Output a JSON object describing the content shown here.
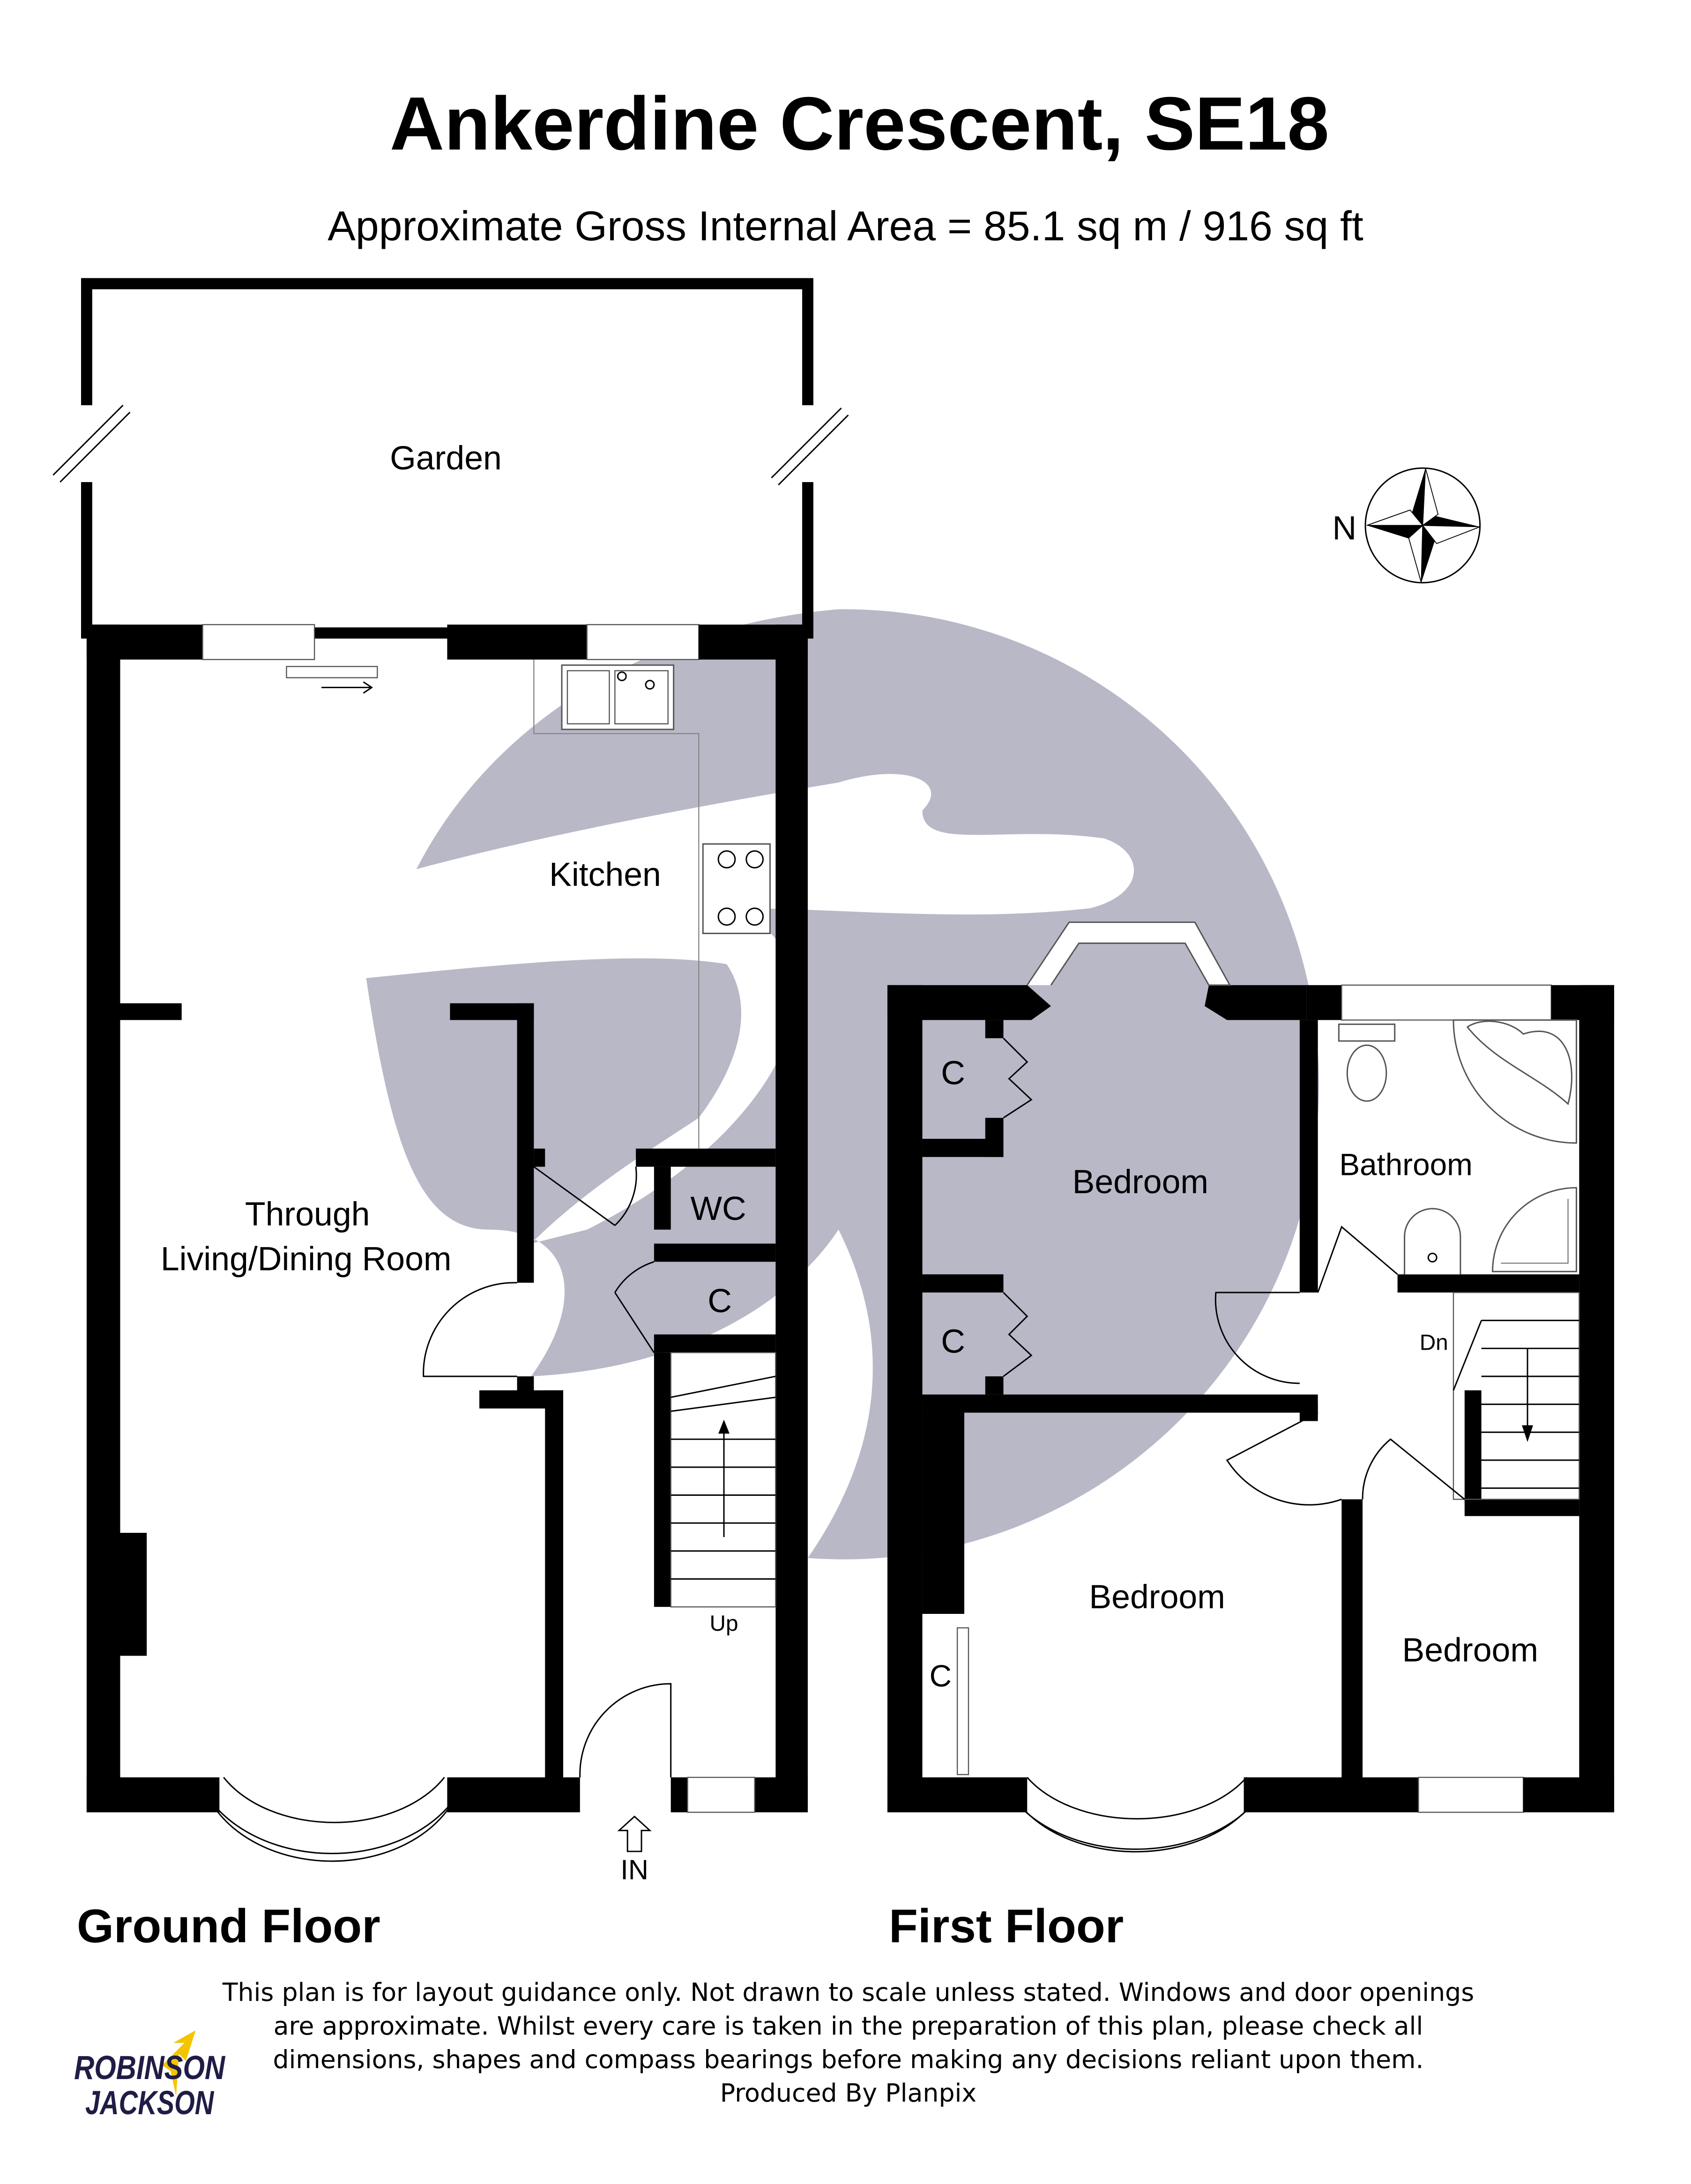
{
  "header": {
    "title": "Ankerdine Crescent, SE18",
    "subtitle": "Approximate Gross Internal Area = 85.1 sq m / 916 sq ft"
  },
  "compass": {
    "label": "N"
  },
  "ground_floor": {
    "label": "Ground Floor",
    "rooms": {
      "garden": "Garden",
      "kitchen": "Kitchen",
      "living_line1": "Through",
      "living_line2": "Living/Dining Room",
      "wc": "WC",
      "cupboard": "C"
    },
    "stairs_label": "Up",
    "entrance_label": "IN"
  },
  "first_floor": {
    "label": "First Floor",
    "rooms": {
      "bedroom_front_top": "Bedroom",
      "bathroom": "Bathroom",
      "bedroom_back_left": "Bedroom",
      "bedroom_back_right": "Bedroom",
      "cupboard_1": "C",
      "cupboard_2": "C",
      "cupboard_3": "C"
    },
    "stairs_label": "Dn"
  },
  "footer": {
    "disclaimer": [
      "This plan is for layout guidance only. Not drawn to scale unless stated. Windows and door openings",
      "are approximate. Whilst every care is taken in the preparation of this plan, please check all",
      "dimensions, shapes and compass bearings before making any decisions reliant upon them."
    ],
    "producer": "Produced By Planpix"
  },
  "logo": {
    "line1": "ROBINSON",
    "line2": "JACKSON"
  },
  "colors": {
    "watermark": "#b9b8c7",
    "logo_navy": "#1f1d45",
    "logo_yellow": "#f5c400"
  }
}
